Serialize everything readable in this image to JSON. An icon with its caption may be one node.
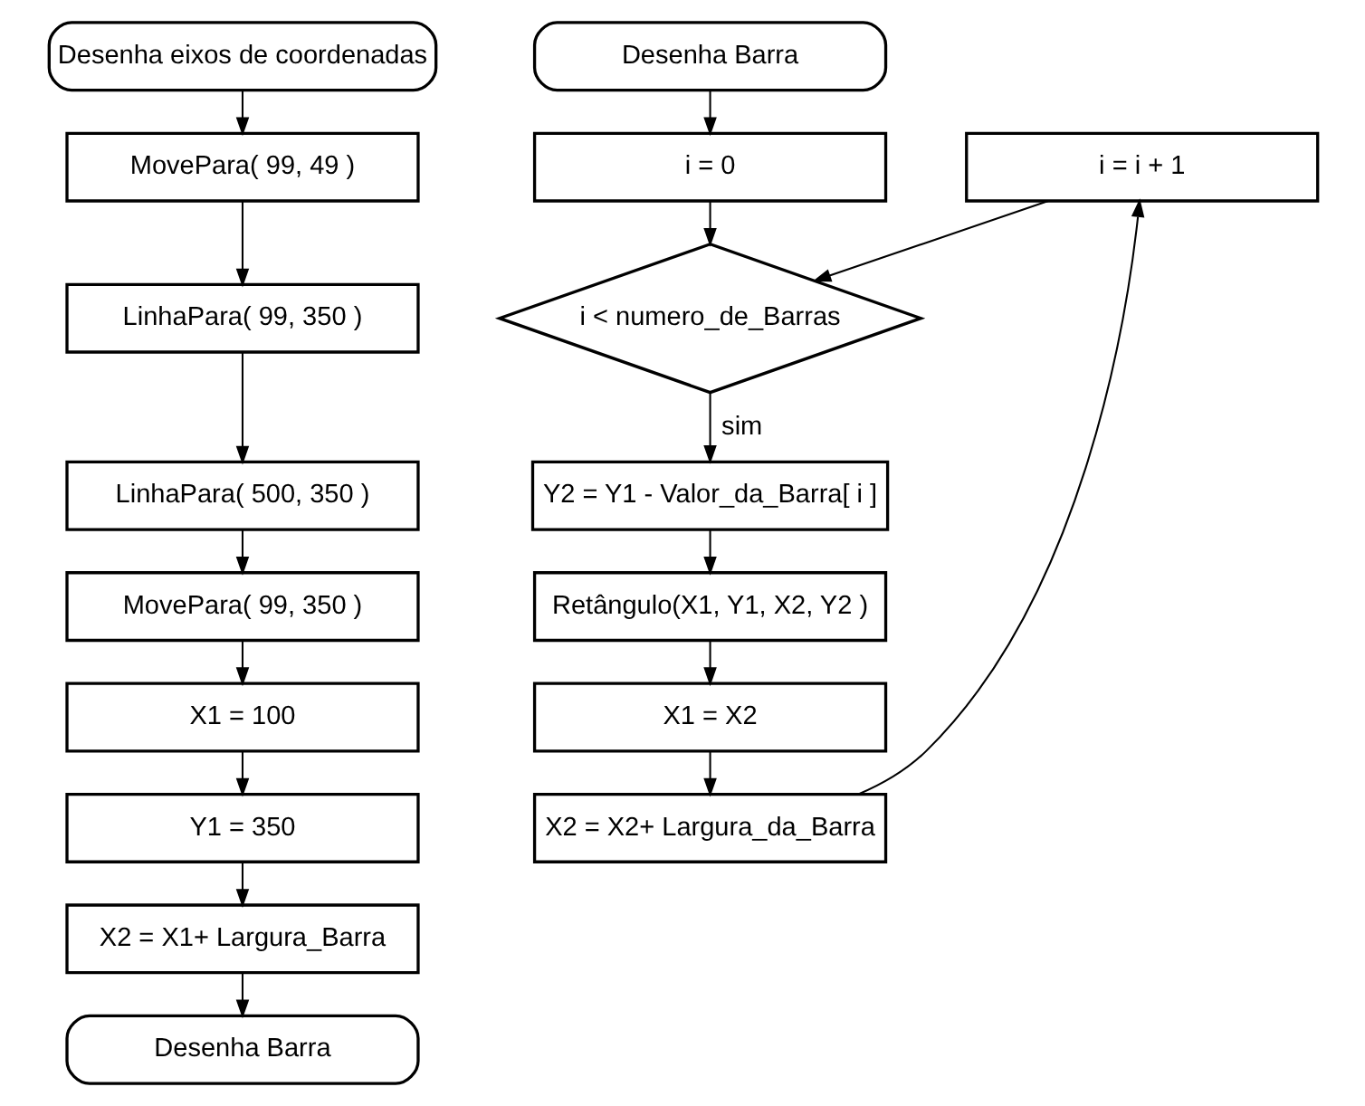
{
  "diagram": {
    "nodes": [
      {
        "text": [
          "Desenha eixos de coordenadas"
        ]
      },
      {
        "text": [
          "MovePara( 99, 49 )"
        ]
      },
      {
        "text": [
          "LinhaPara( 99, 350 )"
        ]
      },
      {
        "text": [
          "LinhaPara( 500, 350 )"
        ]
      },
      {
        "text": [
          "MovePara( 99, 350 )"
        ]
      },
      {
        "text": [
          "X1 = 100"
        ]
      },
      {
        "text": [
          "Y1 = 350"
        ]
      },
      {
        "text": [
          "X2 = X1+ Largura_Barra"
        ]
      },
      {
        "text": [
          "Desenha Barra"
        ]
      },
      {
        "text": [
          "Desenha Barra"
        ]
      },
      {
        "text": [
          "i = 0"
        ]
      },
      {
        "text": [
          "i < numero_de_Barras"
        ]
      },
      {
        "text": [
          "Y2 = Y1 - Valor_da_Barra[ i ]"
        ]
      },
      {
        "text": [
          "Retângulo(X1, Y1, X2, Y2 )"
        ]
      },
      {
        "text": [
          "X1 = X2"
        ]
      },
      {
        "text": [
          "X2 = X2+ Largura_da_Barra"
        ]
      },
      {
        "text": [
          "i = i + 1"
        ]
      }
    ],
    "edges": [
      {
        "from": 0,
        "to": 1,
        "arrow": "to"
      },
      {
        "from": 1,
        "to": 2,
        "arrow": "to"
      },
      {
        "from": 2,
        "to": 3,
        "arrow": "to"
      },
      {
        "from": 3,
        "to": 4,
        "arrow": "to"
      },
      {
        "from": 4,
        "to": 5,
        "arrow": "to"
      },
      {
        "from": 5,
        "to": 6,
        "arrow": "to"
      },
      {
        "from": 6,
        "to": 7,
        "arrow": "to"
      },
      {
        "from": 7,
        "to": 8,
        "arrow": "to"
      },
      {
        "from": 9,
        "to": 10,
        "arrow": "to"
      },
      {
        "from": 10,
        "to": 11,
        "arrow": "to"
      },
      {
        "from": 11,
        "to": 12,
        "label": "sim",
        "arrow": "to"
      },
      {
        "from": 12,
        "to": 13,
        "arrow": "to"
      },
      {
        "from": 13,
        "to": 14,
        "arrow": "to"
      },
      {
        "from": 14,
        "to": 15,
        "arrow": "to"
      },
      {
        "from": 15,
        "to": 16,
        "arrow": "to"
      },
      {
        "from": 16,
        "to": 11,
        "arrow": "to"
      }
    ]
  }
}
